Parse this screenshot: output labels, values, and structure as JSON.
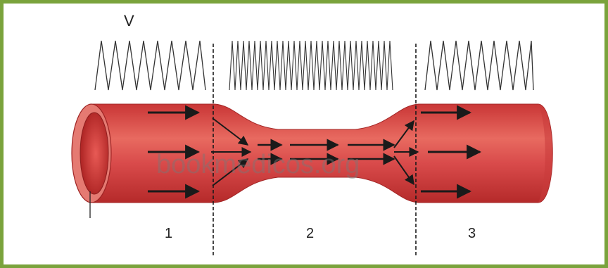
{
  "velocity_label": "V",
  "segments": [
    {
      "label": "1"
    },
    {
      "label": "2"
    },
    {
      "label": "3"
    }
  ],
  "watermark": "bookmedicos.org",
  "colors": {
    "border": "#7aa33c",
    "vessel": "#d94b4b",
    "vessel_dark": "#b82f2f",
    "arrow": "#1a1a1a"
  }
}
